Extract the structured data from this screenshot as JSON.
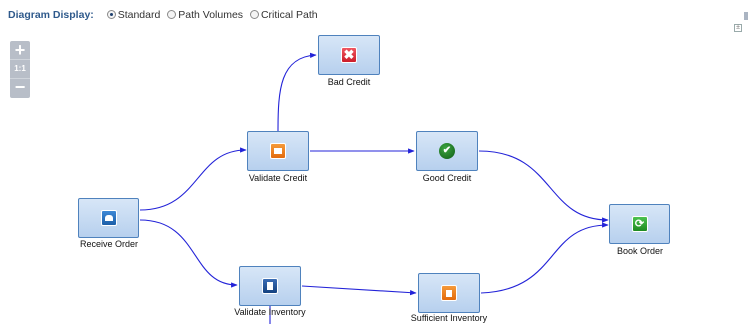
{
  "toolbar": {
    "label": "Diagram Display:",
    "options": [
      {
        "label": "Standard",
        "selected": true
      },
      {
        "label": "Path Volumes",
        "selected": false
      },
      {
        "label": "Critical Path",
        "selected": false
      }
    ]
  },
  "zoom": {
    "in_label": "+",
    "reset_label": "1:1",
    "out_label": "−"
  },
  "nodes": {
    "receive_order": {
      "label": "Receive Order",
      "icon": "alarm-bell-icon"
    },
    "validate_credit": {
      "label": "Validate Credit",
      "icon": "document-orange-icon"
    },
    "bad_credit": {
      "label": "Bad Credit",
      "icon": "red-x-icon",
      "glyph": "✖"
    },
    "good_credit": {
      "label": "Good Credit",
      "icon": "green-check-icon",
      "glyph": "✔"
    },
    "validate_inventory": {
      "label": "Validate Inventory",
      "icon": "book-icon"
    },
    "sufficient_inventory": {
      "label": "Sufficient Inventory",
      "icon": "form-orange-icon"
    },
    "book_order": {
      "label": "Book Order",
      "icon": "green-refresh-icon",
      "glyph": "⟳"
    }
  },
  "colors": {
    "edge": "#2323d8",
    "node_border": "#4f82bd",
    "toolbar_label": "#2f5a8c"
  }
}
